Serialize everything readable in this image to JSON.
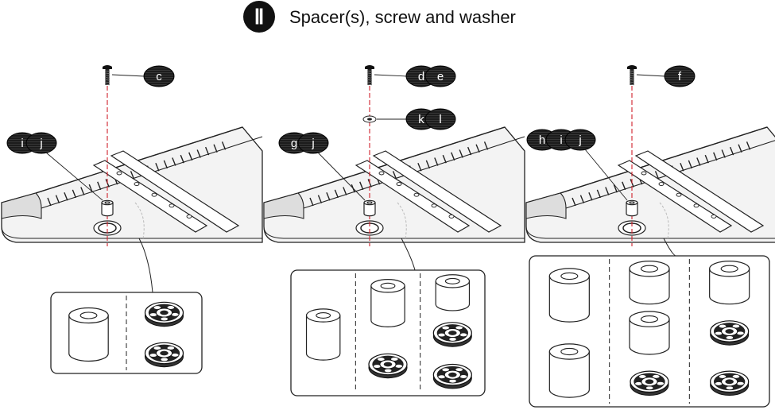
{
  "header": {
    "step_numeral": "Ⅱ",
    "title": "Spacer(s), screw and washer"
  },
  "panels": [
    {
      "screw_labels": [
        "c"
      ],
      "washer_labels": [],
      "spacer_labels": [
        "i",
        "j"
      ],
      "parts_box_columns": [
        [
          "spacer"
        ],
        [
          "washer",
          "washer"
        ]
      ]
    },
    {
      "screw_labels": [
        "d",
        "e"
      ],
      "washer_labels": [
        "k",
        "l"
      ],
      "spacer_labels": [
        "g",
        "j"
      ],
      "parts_box_columns": [
        [
          "spacer"
        ],
        [
          "spacer",
          "washer"
        ],
        [
          "spacer",
          "washer",
          "washer"
        ]
      ]
    },
    {
      "screw_labels": [
        "f"
      ],
      "washer_labels": [],
      "spacer_labels": [
        "h",
        "i",
        "j"
      ],
      "parts_box_columns": [
        [
          "spacer",
          "spacer"
        ],
        [
          "spacer",
          "spacer",
          "washer"
        ],
        [
          "spacer",
          "washer",
          "washer"
        ]
      ]
    }
  ]
}
